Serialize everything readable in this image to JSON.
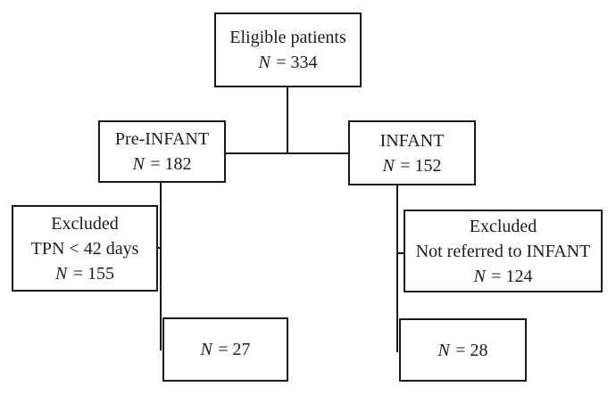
{
  "boxes": {
    "eligible": {
      "line1": "Eligible patients",
      "n_label": "N",
      "n_value": "= 334"
    },
    "pre_infant": {
      "line1": "Pre-INFANT",
      "n_label": "N",
      "n_value": "= 182"
    },
    "infant": {
      "line1": "INFANT",
      "n_label": "N",
      "n_value": "= 152"
    },
    "excluded_tpn": {
      "line1": "Excluded",
      "line2": "TPN < 42 days",
      "n_label": "N",
      "n_value": "= 155"
    },
    "excluded_not_referred": {
      "line1": "Excluded",
      "line2": "Not referred to INFANT",
      "n_label": "N",
      "n_value": "= 124"
    },
    "pre_infant_included": {
      "n_label": "N",
      "n_value": "= 27"
    },
    "infant_included": {
      "n_label": "N",
      "n_value": "= 28"
    }
  },
  "colors": {
    "line": "#1a1a1a",
    "text": "#1c1c1c",
    "background": "#ffffff"
  }
}
